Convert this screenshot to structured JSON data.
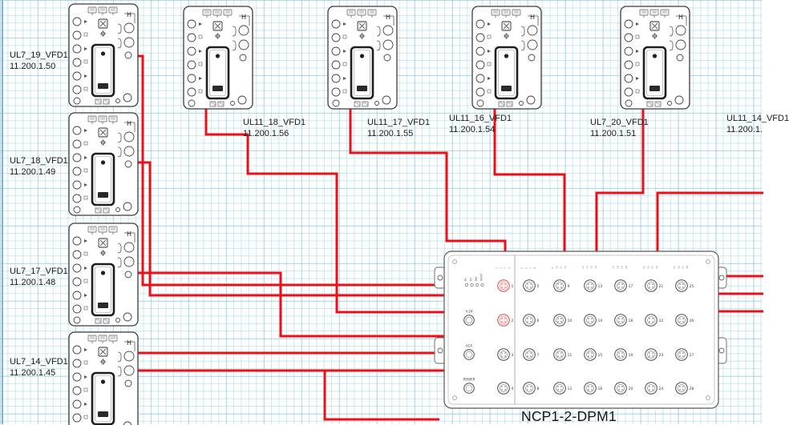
{
  "devices": [
    {
      "name": "UL7_19_VFD1",
      "ip": "11.200.1.50"
    },
    {
      "name": "UL7_18_VFD1",
      "ip": "11.200.1.49"
    },
    {
      "name": "UL7_17_VFD1",
      "ip": "11.200.1.48"
    },
    {
      "name": "UL7_14_VFD1",
      "ip": "11.200.1.45"
    },
    {
      "name": "UL11_18_VFD1",
      "ip": "11.200.1.56"
    },
    {
      "name": "UL11_17_VFD1",
      "ip": "11.200.1.55"
    },
    {
      "name": "UL11_16_VFD1",
      "ip": "11.200.1.54"
    },
    {
      "name": "UL7_20_VFD1",
      "ip": "11.200.1.51"
    },
    {
      "name": "UL11_14_VFD1",
      "ip": "11.200.1."
    }
  ],
  "device_marking": "H",
  "hub": {
    "name": "NCP1-2-DPM1",
    "led_labels": [
      "P1",
      "P2",
      "RM",
      "FAULT"
    ],
    "side_labels": [
      "V-24",
      "ACA",
      "POWER"
    ],
    "ports": [
      1,
      2,
      3,
      4,
      5,
      6,
      7,
      8,
      9,
      10,
      11,
      12,
      13,
      14,
      15,
      16,
      17,
      18,
      19,
      20,
      21,
      22,
      23,
      24,
      25,
      26,
      27,
      28
    ],
    "highlighted_ports": [
      1,
      2
    ]
  },
  "wire_color": "#e8111a"
}
